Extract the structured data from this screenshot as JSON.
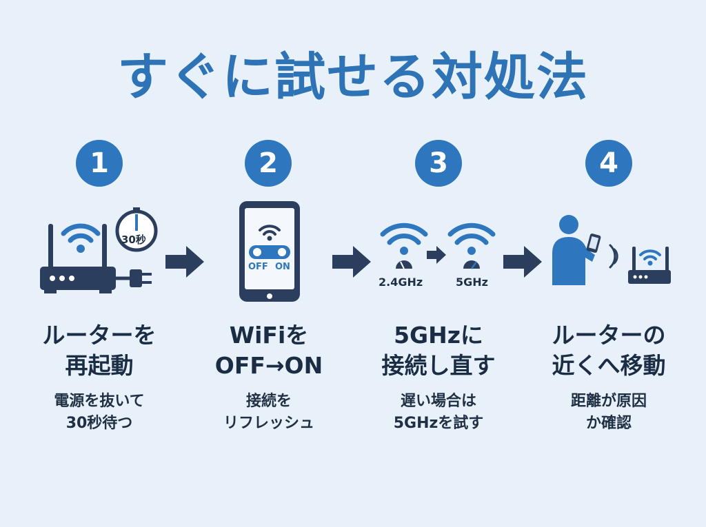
{
  "title": "すぐに試せる対処法",
  "steps": [
    {
      "number": "1",
      "heading_line1": "ルーターを",
      "heading_line2": "再起動",
      "sub_line1": "電源を抜いて",
      "sub_line2": "30秒待つ"
    },
    {
      "number": "2",
      "heading_line1": "WiFiを",
      "heading_line2": "OFF→ON",
      "sub_line1": "接続を",
      "sub_line2": "リフレッシュ"
    },
    {
      "number": "3",
      "heading_line1": "5GHzに",
      "heading_line2": "接続し直す",
      "sub_line1": "遅い場合は",
      "sub_line2": "5GHzを試す"
    },
    {
      "number": "4",
      "heading_line1": "ルーターの",
      "heading_line2": "近くへ移動",
      "sub_line1": "距離が原因",
      "sub_line2": "か確認"
    }
  ],
  "icons": {
    "timer_label": "30秒",
    "toggle_off": "OFF",
    "toggle_on": "ON",
    "freq_24": "2.4GHz",
    "freq_5": "5GHz"
  },
  "colors": {
    "accent": "#2e77be",
    "dark": "#2c3e5e",
    "background": "#e8f1f9"
  }
}
